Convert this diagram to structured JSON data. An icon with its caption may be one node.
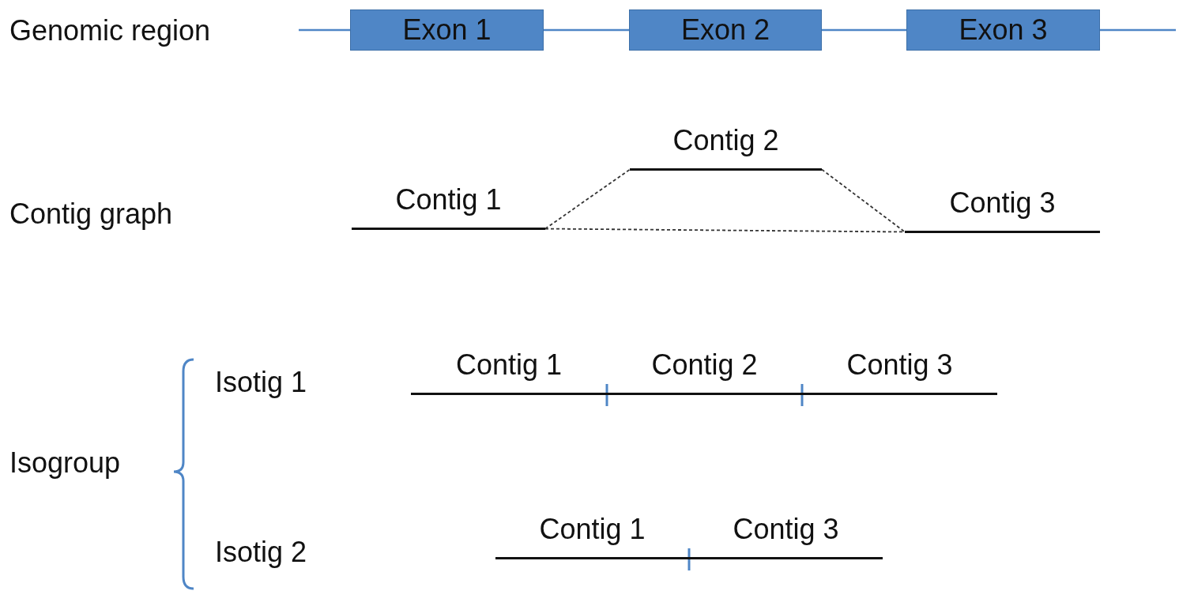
{
  "diagram": {
    "nodes": [
      {
        "text": [
          "Exon 1"
        ]
      },
      {
        "text": [
          "Exon 2"
        ]
      },
      {
        "text": [
          "Exon 3"
        ]
      },
      {
        "text": [
          "Contig 1"
        ]
      },
      {
        "text": [
          "Contig 2"
        ]
      },
      {
        "text": [
          "Contig 3"
        ]
      },
      {
        "text": [
          "Contig 1"
        ]
      },
      {
        "text": [
          "Contig 2"
        ]
      },
      {
        "text": [
          "Contig 3"
        ]
      },
      {
        "text": [
          "Contig 1"
        ]
      },
      {
        "text": [
          "Contig 3"
        ]
      }
    ],
    "edges": [
      {
        "from": null,
        "to": 0,
        "arrow": "none"
      },
      {
        "from": 0,
        "to": 1,
        "arrow": "none"
      },
      {
        "from": 1,
        "to": 2,
        "arrow": "none"
      },
      {
        "from": 2,
        "to": null,
        "arrow": "none"
      },
      {
        "from": 3,
        "to": 4,
        "arrow": "none",
        "style": "dashed",
        "color": "#333333"
      },
      {
        "from": 4,
        "to": 5,
        "arrow": "none",
        "style": "dashed",
        "color": "#333333"
      },
      {
        "from": 3,
        "to": 5,
        "arrow": "none",
        "style": "dashed",
        "color": "#333333"
      }
    ],
    "labels": [
      "Genomic region",
      "Contig graph",
      "Isotig 1",
      "Isogroup",
      "Isotig 2"
    ]
  }
}
